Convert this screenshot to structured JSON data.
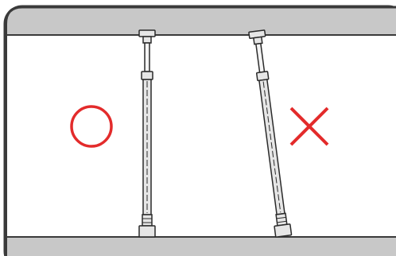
{
  "diagram": {
    "correct_mark": {
      "icon": "circle-o-icon",
      "color": "#e32b2b",
      "meaning": "correct"
    },
    "incorrect_mark": {
      "icon": "cross-x-icon",
      "color": "#e32b2b",
      "meaning": "incorrect"
    },
    "colors": {
      "frame_stroke": "#3a3a3a",
      "band_fill": "#c8c8c8",
      "panel_fill": "#ffffff",
      "pole_stroke": "#2a2a2a",
      "pole_fill": "#e6e6e6"
    },
    "poles": [
      {
        "name": "vertical-tension-rod",
        "orientation": "vertical"
      },
      {
        "name": "tilted-tension-rod",
        "orientation": "tilted"
      }
    ]
  }
}
